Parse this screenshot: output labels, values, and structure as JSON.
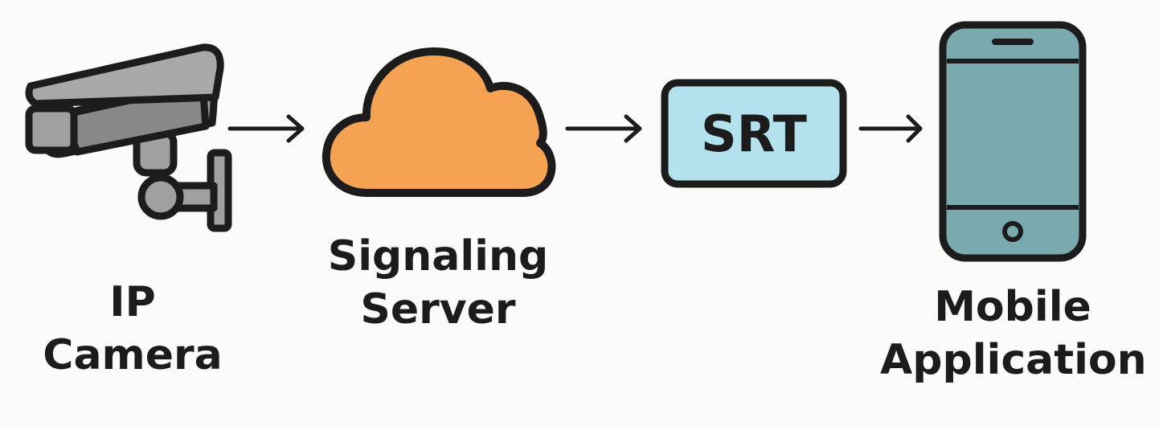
{
  "nodes": {
    "camera": {
      "line1": "IP",
      "line2": "Camera"
    },
    "server": {
      "line1": "Signaling",
      "line2": "Server"
    },
    "srt": {
      "text": "SRT"
    },
    "mobile": {
      "line1": "Mobile",
      "line2": "Application"
    }
  },
  "colors": {
    "background": "#fbfbf9",
    "outline": "#1c1c1c",
    "camera_body": "#a0a0a0",
    "cloud": "#f5a253",
    "srt_box": "#b3e2ee",
    "phone_screen": "#7aa9ae"
  },
  "icons": [
    "security-camera-icon",
    "cloud-icon",
    "srt-box",
    "smartphone-icon",
    "arrow-right-icon"
  ]
}
